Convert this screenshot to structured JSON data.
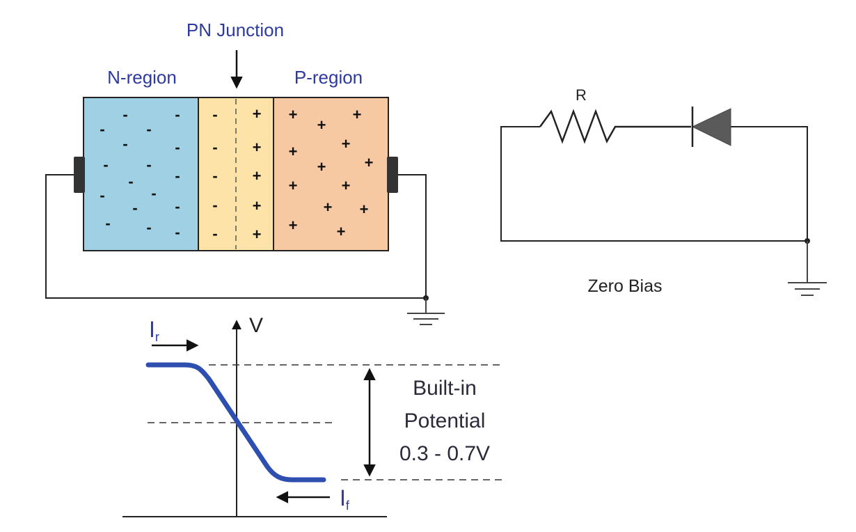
{
  "pn_diagram": {
    "junction_label": "PN Junction",
    "n_region_label": "N-region",
    "p_region_label": "P-region",
    "minus_sign": "-",
    "plus_sign": "+",
    "colors": {
      "n_region": "#9fd0e3",
      "depletion": "#fde3a7",
      "p_region": "#f6c9a3",
      "label": "#2d3a9e"
    }
  },
  "circuit": {
    "resistor_label": "R",
    "caption": "Zero Bias",
    "diode_color": "#5a5a5a"
  },
  "potential_graph": {
    "y_axis_label": "V",
    "reverse_current_label": "I",
    "reverse_current_sub": "r",
    "forward_current_label": "I",
    "forward_current_sub": "f",
    "annotation_line1": "Built-in",
    "annotation_line2": "Potential",
    "annotation_line3": "0.3 - 0.7V",
    "curve_color": "#2f4fb0"
  }
}
